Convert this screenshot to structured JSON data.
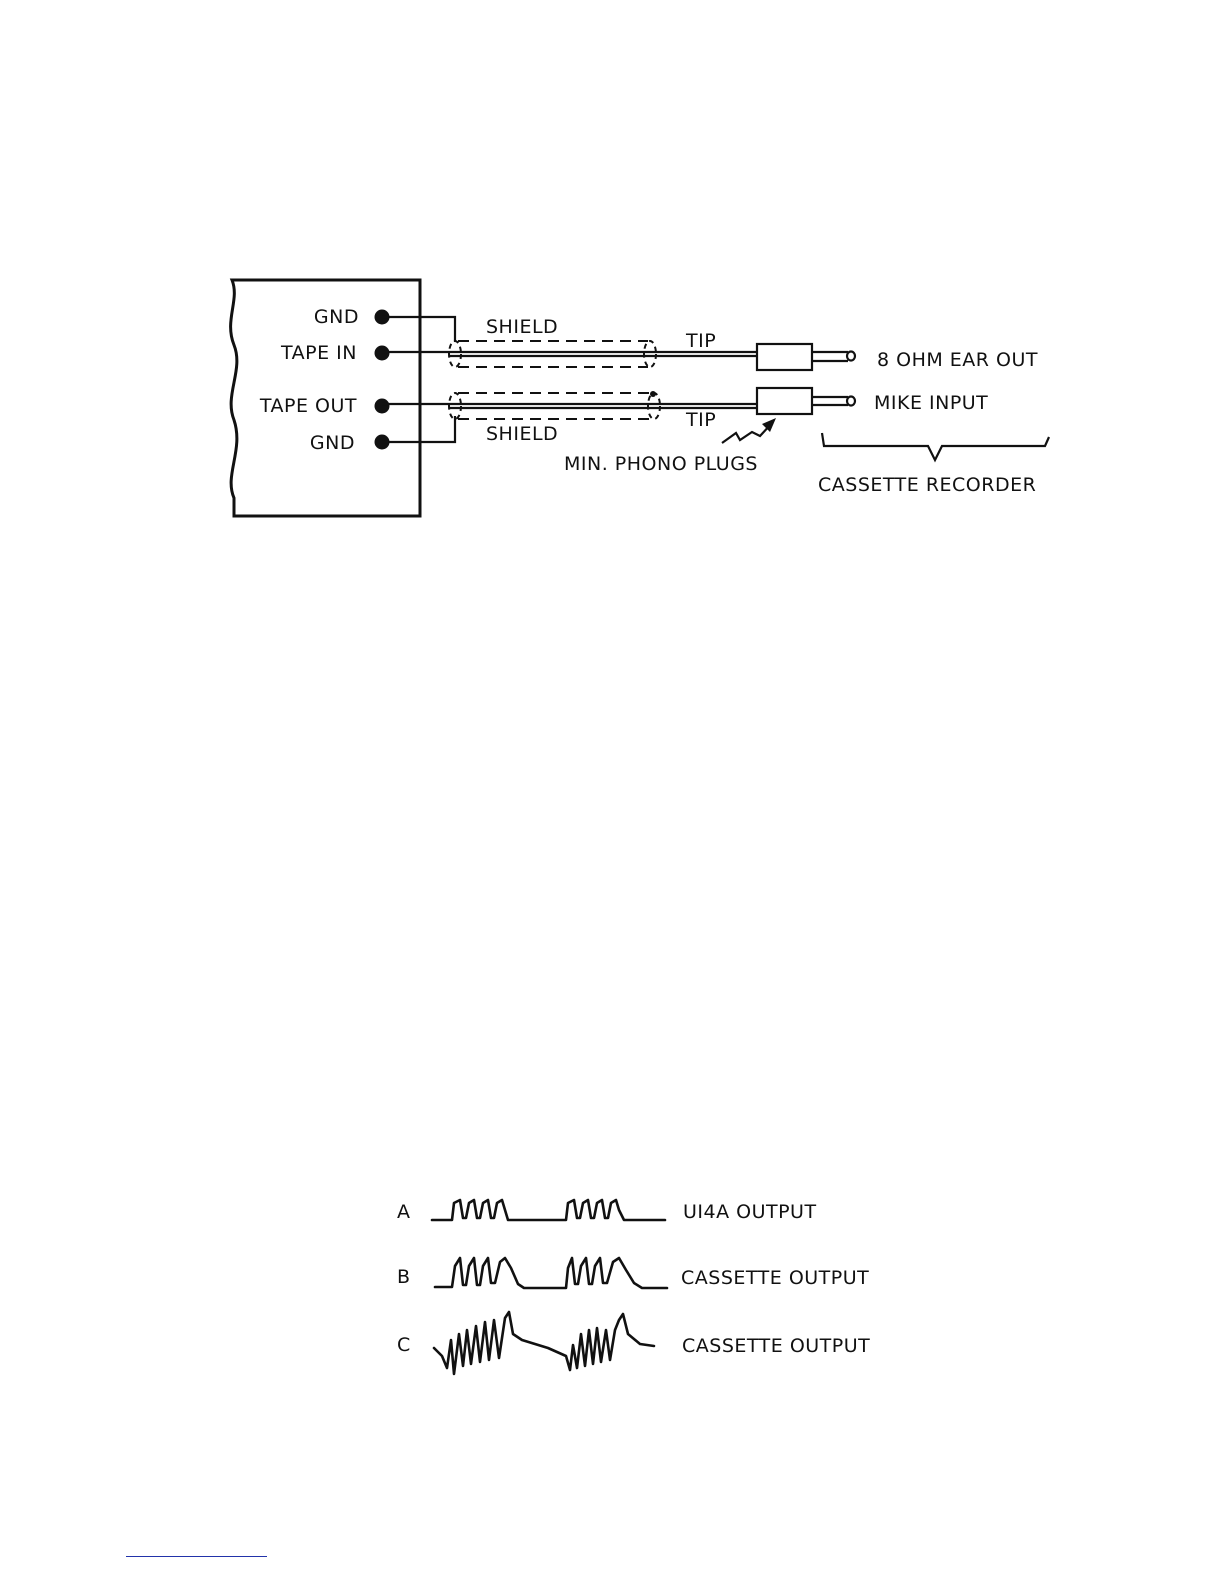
{
  "wiring_diagram": {
    "terminals": [
      {
        "label": "GND"
      },
      {
        "label": "TAPE IN"
      },
      {
        "label": "TAPE OUT"
      },
      {
        "label": "GND"
      }
    ],
    "shield_label_top": "SHIELD",
    "shield_label_bottom": "SHIELD",
    "tip_label_top": "TIP",
    "tip_label_bottom": "TIP",
    "plugs_label": "MIN. PHONO PLUGS",
    "ear_out_label": "8 OHM EAR OUT",
    "mike_input_label": "MIKE INPUT",
    "recorder_label": "CASSETTE RECORDER"
  },
  "waveforms": [
    {
      "letter": "A",
      "label": "UI4A OUTPUT"
    },
    {
      "letter": "B",
      "label": "CASSETTE OUTPUT"
    },
    {
      "letter": "C",
      "label": "CASSETTE OUTPUT"
    }
  ]
}
